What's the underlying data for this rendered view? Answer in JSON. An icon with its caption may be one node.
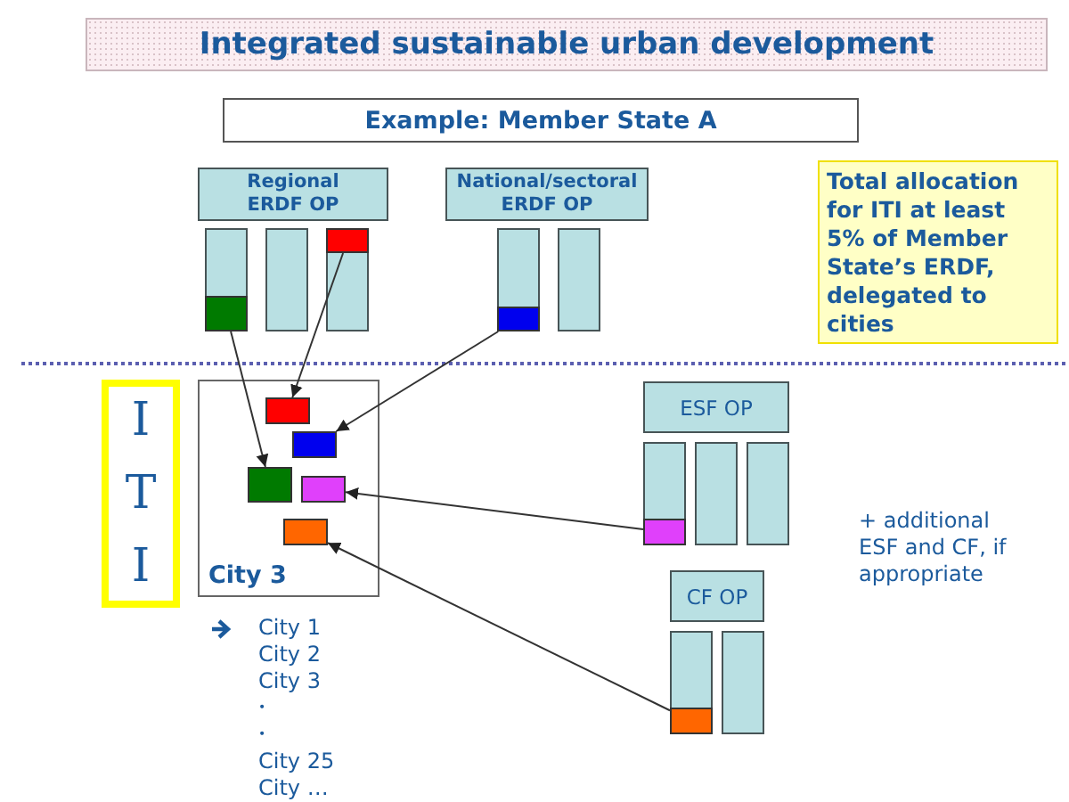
{
  "diagram": {
    "title": "Integrated sustainable urban development",
    "nodes": [
      {
        "text": [
          "Example: Member State A"
        ]
      },
      {
        "text": [
          "Regional ERDF OP"
        ]
      },
      {
        "text": [],
        "shape": "bar"
      },
      {
        "text": [],
        "shape": "bar"
      },
      {
        "text": [],
        "shape": "bar"
      },
      {
        "text": [],
        "shape": "box",
        "in": 2
      },
      {
        "text": [],
        "shape": "box",
        "in": 4
      },
      {
        "text": [
          "National/sectoral ERDF OP"
        ]
      },
      {
        "text": [],
        "shape": "bar"
      },
      {
        "text": [],
        "shape": "bar"
      },
      {
        "text": [],
        "shape": "box",
        "in": 8
      },
      {
        "text": [
          "Total allocation for ITI at least 5% of Member State’s ERDF, delegated to cities"
        ]
      },
      {
        "text": [
          "ITI"
        ]
      },
      {
        "text": [
          "City 3"
        ]
      },
      {
        "text": [],
        "shape": "box",
        "in": 13
      },
      {
        "text": [],
        "shape": "box",
        "in": 13
      },
      {
        "text": [],
        "shape": "box",
        "in": 13
      },
      {
        "text": [],
        "shape": "box",
        "in": 13
      },
      {
        "text": [],
        "shape": "box",
        "in": 13
      },
      {
        "text": [
          "ESF OP"
        ]
      },
      {
        "text": [],
        "shape": "bar"
      },
      {
        "text": [],
        "shape": "bar"
      },
      {
        "text": [],
        "shape": "bar"
      },
      {
        "text": [],
        "shape": "box",
        "in": 20
      },
      {
        "text": [
          "CF OP"
        ]
      },
      {
        "text": [],
        "shape": "bar"
      },
      {
        "text": [],
        "shape": "bar"
      },
      {
        "text": [],
        "shape": "box",
        "in": 25
      }
    ],
    "edges": [
      {
        "from": 5,
        "to": 16,
        "arrow": "to"
      },
      {
        "from": 6,
        "to": 14,
        "arrow": "to"
      },
      {
        "from": 10,
        "to": 15,
        "arrow": "to"
      },
      {
        "from": 23,
        "to": 17,
        "arrow": "to"
      },
      {
        "from": 27,
        "to": 18,
        "arrow": "to"
      }
    ],
    "labels": [
      "+ additional ESF and CF, if appropriate",
      "City 1",
      "City 2",
      "City 3",
      "•",
      "•",
      "City 25",
      "City …"
    ]
  }
}
